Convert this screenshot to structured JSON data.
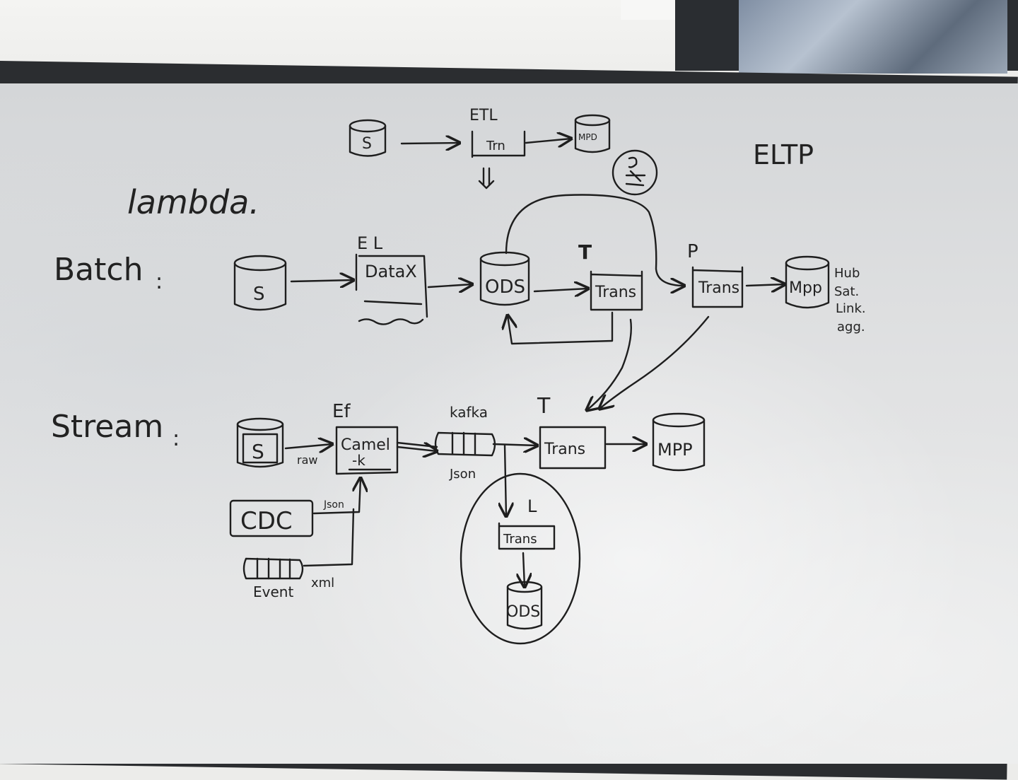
{
  "labels": {
    "lambda": "lambda.",
    "batch": "Batch",
    "stream": "Stream",
    "eltp": "ELTP",
    "etl": "ETL",
    "etl_trans": "Trn",
    "etl_target": "MPD",
    "etl_source": "S",
    "batch_source": "S",
    "el": "E L",
    "datax": "DataX",
    "ods": "ODS",
    "t": "T",
    "trans": "Trans",
    "p": "P",
    "p_trans": "Trans",
    "mpp": "Mpp",
    "mpp_notes": [
      "Hub",
      "Sat.",
      "Link.",
      "agg."
    ],
    "ef": "Ef",
    "stream_source": "S",
    "raw": "raw",
    "camel": "Camel",
    "camel_k": "-k",
    "cdc": "CDC",
    "json_small": "Json",
    "event": "Event",
    "xml": "xml",
    "kafka": "kafka",
    "json": "Json",
    "stream_t": "T",
    "stream_trans": "Trans",
    "stream_mpp": "MPP",
    "l": "L",
    "translate": "Trans",
    "stream_ods": "ODS"
  }
}
